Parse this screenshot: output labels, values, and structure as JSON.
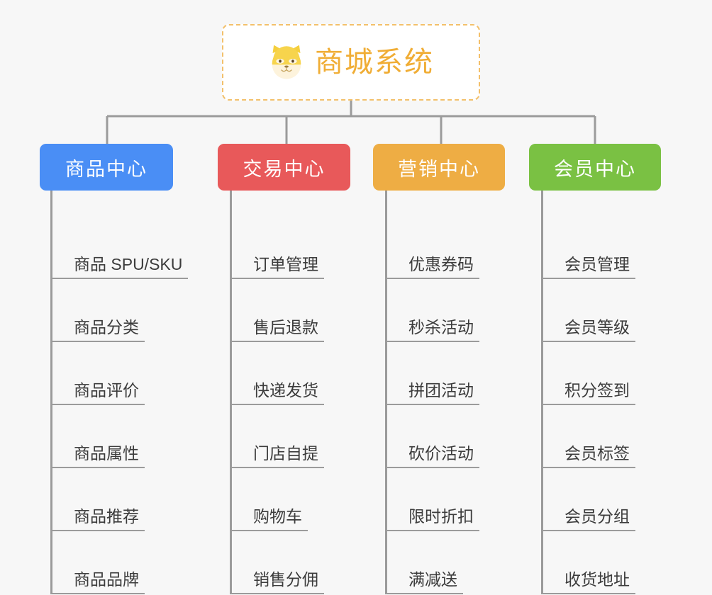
{
  "root": {
    "title": "商城系统",
    "icon": "shiba-dog-icon",
    "border_color": "#f3c06b",
    "text_color": "#f0ad35",
    "background": "#ffffff"
  },
  "canvas": {
    "background": "#f7f7f7",
    "connector_color": "#9b9b9b"
  },
  "branches": [
    {
      "id": "product-center",
      "label": "商品中心",
      "color": "#4a8ef5",
      "items": [
        "商品 SPU/SKU",
        "商品分类",
        "商品评价",
        "商品属性",
        "商品推荐",
        "商品品牌"
      ]
    },
    {
      "id": "trade-center",
      "label": "交易中心",
      "color": "#e8595a",
      "items": [
        "订单管理",
        "售后退款",
        "快递发货",
        "门店自提",
        "购物车",
        "销售分佣"
      ]
    },
    {
      "id": "marketing-center",
      "label": "营销中心",
      "color": "#eead44",
      "items": [
        "优惠券码",
        "秒杀活动",
        "拼团活动",
        "砍价活动",
        "限时折扣",
        "满减送"
      ]
    },
    {
      "id": "member-center",
      "label": "会员中心",
      "color": "#7ac143",
      "items": [
        "会员管理",
        "会员等级",
        "积分签到",
        "会员标签",
        "会员分组",
        "收货地址"
      ]
    }
  ]
}
